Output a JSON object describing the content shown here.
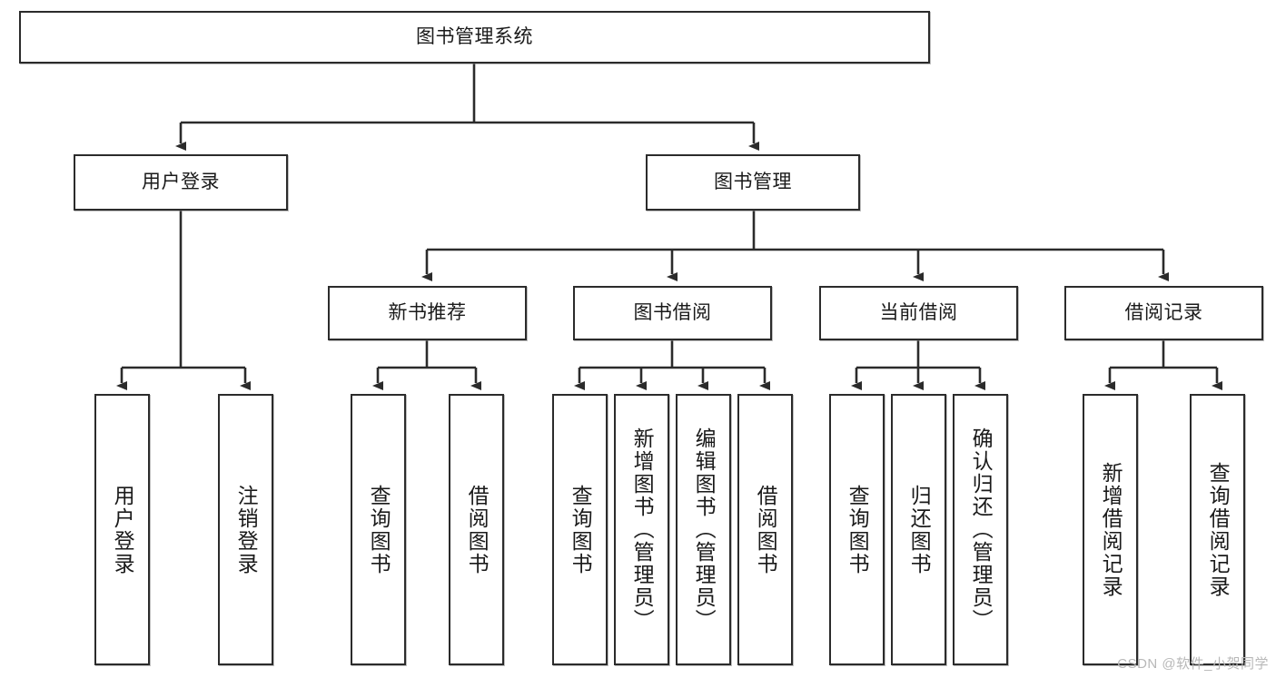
{
  "diagram": {
    "title": "图书管理系统",
    "type": "tree-hierarchy",
    "root": {
      "id": "root",
      "label": "图书管理系统"
    },
    "level2": [
      {
        "id": "user-login",
        "label": "用户登录"
      },
      {
        "id": "book-manage",
        "label": "图书管理"
      }
    ],
    "level3": [
      {
        "id": "new-book-recommend",
        "label": "新书推荐",
        "parent": "book-manage"
      },
      {
        "id": "book-borrow",
        "label": "图书借阅",
        "parent": "book-manage"
      },
      {
        "id": "current-borrow",
        "label": "当前借阅",
        "parent": "book-manage"
      },
      {
        "id": "borrow-record",
        "label": "借阅记录",
        "parent": "book-manage"
      }
    ],
    "leaves": [
      {
        "id": "leaf-user-login",
        "label": "用户登录",
        "parent": "user-login"
      },
      {
        "id": "leaf-user-logout",
        "label": "注销登录",
        "parent": "user-login"
      },
      {
        "id": "leaf-query-book-1",
        "label": "查询图书",
        "parent": "new-book-recommend"
      },
      {
        "id": "leaf-borrow-book-1",
        "label": "借阅图书",
        "parent": "new-book-recommend"
      },
      {
        "id": "leaf-query-book-2",
        "label": "查询图书",
        "parent": "book-borrow"
      },
      {
        "id": "leaf-add-book",
        "label": "新增图书（管理员）",
        "parent": "book-borrow"
      },
      {
        "id": "leaf-edit-book",
        "label": "编辑图书（管理员）",
        "parent": "book-borrow"
      },
      {
        "id": "leaf-borrow-book-2",
        "label": "借阅图书",
        "parent": "book-borrow"
      },
      {
        "id": "leaf-query-book-3",
        "label": "查询图书",
        "parent": "current-borrow"
      },
      {
        "id": "leaf-return-book",
        "label": "归还图书",
        "parent": "current-borrow"
      },
      {
        "id": "leaf-confirm-return",
        "label": "确认归还（管理员）",
        "parent": "current-borrow"
      },
      {
        "id": "leaf-add-record",
        "label": "新增借阅记录",
        "parent": "borrow-record"
      },
      {
        "id": "leaf-query-record",
        "label": "查询借阅记录",
        "parent": "borrow-record"
      }
    ]
  },
  "watermark": "CSDN @软件_小贺同学",
  "colors": {
    "stroke": "#2b2b2b",
    "background": "#ffffff",
    "text": "#1a1a1a",
    "watermark": "#b8b8b8"
  }
}
